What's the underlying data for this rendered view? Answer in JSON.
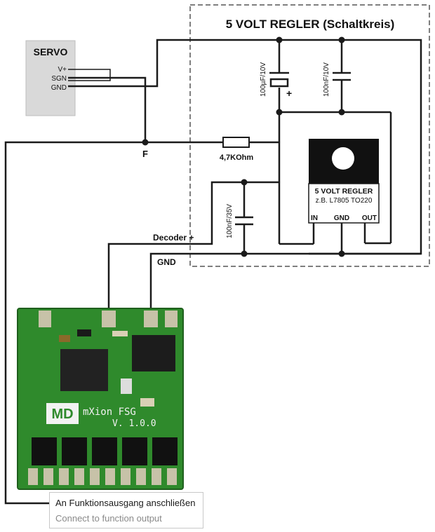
{
  "regulator_box": {
    "title": "5 VOLT REGLER (Schaltkreis)"
  },
  "servo": {
    "label": "SERVO",
    "pins": [
      "V+",
      "SGN",
      "GND"
    ]
  },
  "junction": {
    "label": "F"
  },
  "resistor": {
    "value": "4,7KOhm"
  },
  "capacitors": {
    "electrolytic": {
      "value": "100µF/10V",
      "polarity": "+"
    },
    "ceramic_right": {
      "value": "100nF/10V"
    },
    "ceramic_left": {
      "value": "100nF/35V"
    }
  },
  "regulator_ic": {
    "name": "5 VOLT REGLER",
    "part": "z.B. L7805 TO220",
    "pins": {
      "in": "IN",
      "gnd": "GND",
      "out": "OUT"
    }
  },
  "wire_labels": {
    "decoder_plus": "Decoder +",
    "gnd": "GND"
  },
  "decoder_board": {
    "logo": "MD",
    "name": "mXion FSG",
    "version": "V. 1.0.0"
  },
  "caption": {
    "de": "An Funktionsausgang anschließen",
    "en": "Connect to function output"
  },
  "colors": {
    "wire": "#1a1a1a",
    "pcb": "#2f8a2c",
    "ic_body": "#111111",
    "box_dash": "#555555"
  }
}
